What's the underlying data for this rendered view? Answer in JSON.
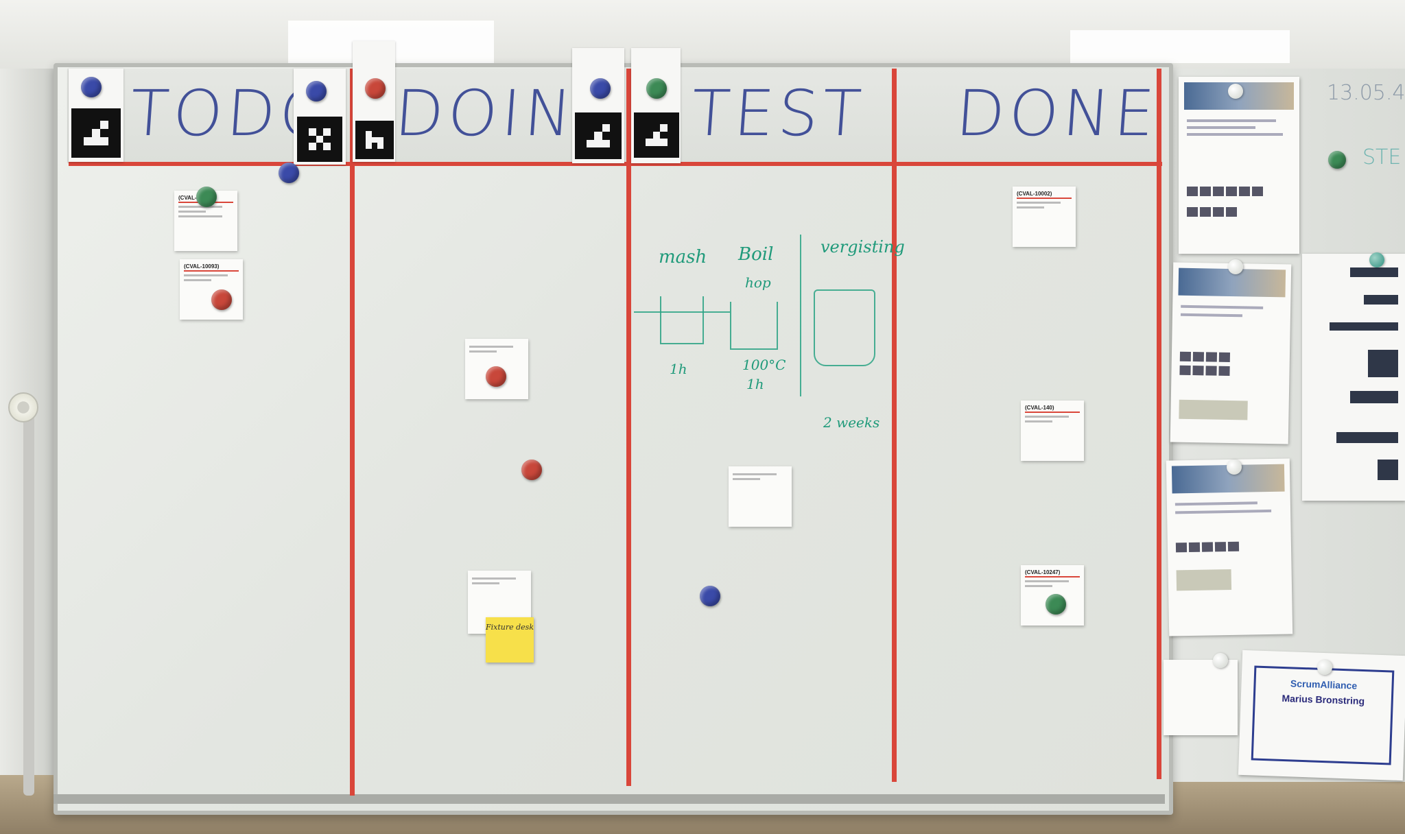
{
  "board": {
    "columns": [
      {
        "title": "TODO"
      },
      {
        "title": "DOING"
      },
      {
        "title": "TEST"
      },
      {
        "title": "DONE"
      }
    ]
  },
  "cards": [
    {
      "id": "(CVAL-10092)"
    },
    {
      "id": "(CVAL-10093)"
    },
    {
      "id": "(CVAL-10002)"
    },
    {
      "id": "(CVAL-140)"
    },
    {
      "id": "(CVAL-10247)"
    }
  ],
  "sticky_note": {
    "text": "Fixture desk"
  },
  "whiteboard_sketch": {
    "mash": "mash",
    "boil": "Boil",
    "vergisting": "vergisting",
    "hop": "hop",
    "time_1": "1h",
    "temp": "100°C",
    "time_2": "1h",
    "duration": "2 weeks"
  },
  "wall_notes": {
    "date": "13.05.4",
    "ste": "STE"
  },
  "certificate": {
    "org": "ScrumAlliance",
    "person": "Marius Bronstring"
  },
  "colors": {
    "ink_blue": "#2d3d8f",
    "grid_red": "#d9463a",
    "marker_green": "#1f9a7a",
    "magnet_blue": "#3a4aa8",
    "magnet_red": "#c8473a",
    "magnet_green": "#3c8a55"
  }
}
